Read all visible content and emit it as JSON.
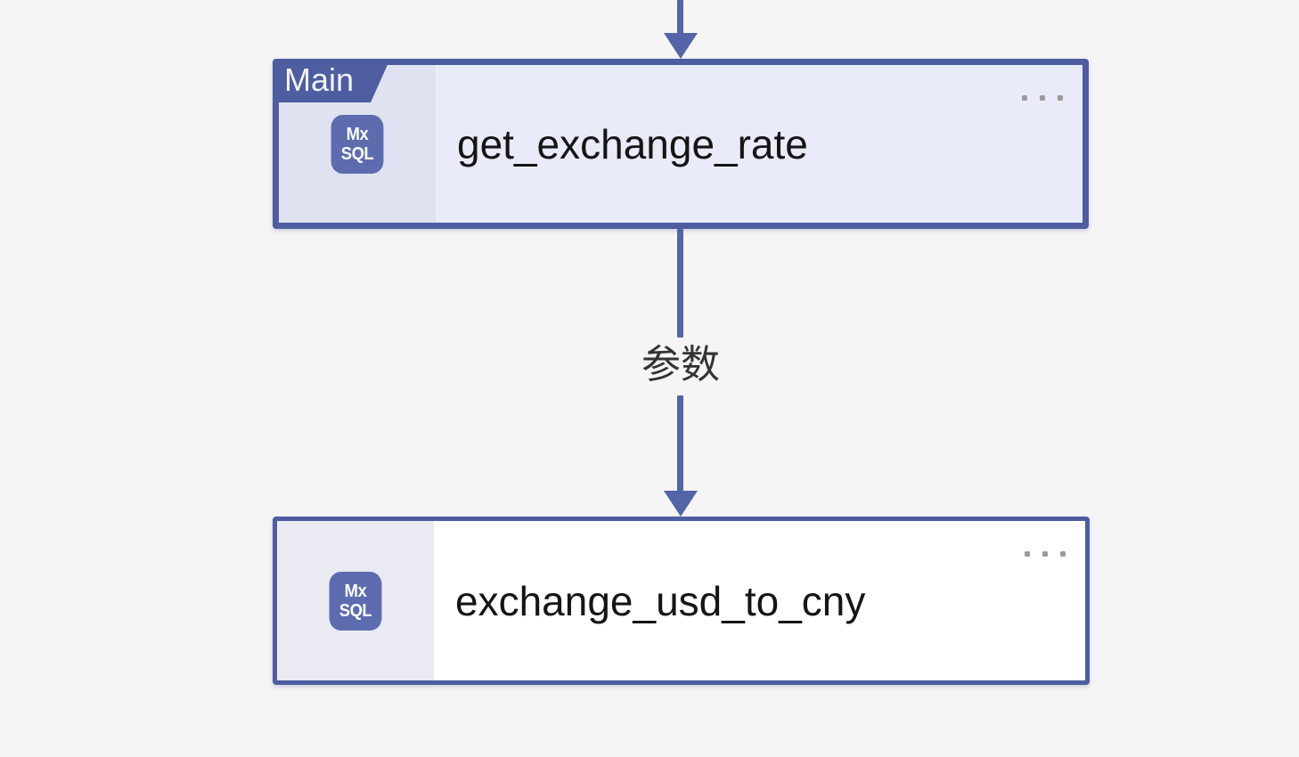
{
  "canvas": {
    "type": "workflow-diagram"
  },
  "colors": {
    "bg": "#f5f5f6",
    "node-border": "#4d5da0",
    "arrow": "#5464a8",
    "sel-body": "#e9ecf8",
    "sel-iconcol": "#dfe3f1",
    "body": "#ffffff",
    "iconcol": "#e9eaf2",
    "icon-bg": "#5c6cae",
    "title": "#151515",
    "dots": "#9b9b9b",
    "edge-label": "#333333",
    "badge-text": "#f2f3fa"
  },
  "nodes": [
    {
      "badge": "Main",
      "icon": "mxsql-icon",
      "icon_line1": "Mx",
      "icon_line2": "SQL",
      "title": "get_exchange_rate",
      "selected": true
    },
    {
      "icon": "mxsql-icon",
      "icon_line1": "Mx",
      "icon_line2": "SQL",
      "title": "exchange_usd_to_cny",
      "selected": false
    }
  ],
  "edges": [
    {
      "from": "top",
      "to": "get_exchange_rate",
      "label": ""
    },
    {
      "from": "get_exchange_rate",
      "to": "exchange_usd_to_cny",
      "label": "参数"
    }
  ]
}
